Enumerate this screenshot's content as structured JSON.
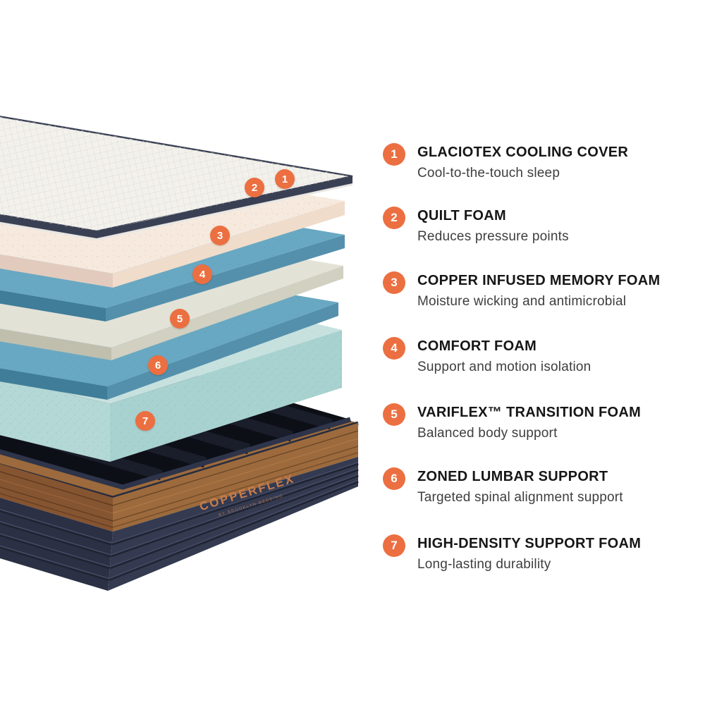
{
  "brand": {
    "logo_text": "COPPERFLEX",
    "logo_subtext": "BY BROOKLYN BEDDING"
  },
  "legend": {
    "items": [
      {
        "number": "1",
        "title": "GLACIOTEX COOLING COVER",
        "description": "Cool-to-the-touch sleep"
      },
      {
        "number": "2",
        "title": "QUILT FOAM",
        "description": "Reduces pressure points"
      },
      {
        "number": "3",
        "title": "COPPER INFUSED MEMORY FOAM",
        "description": "Moisture wicking and antimicrobial"
      },
      {
        "number": "4",
        "title": "COMFORT FOAM",
        "description": "Support and motion isolation"
      },
      {
        "number": "5",
        "title": "VARIFLEX™ TRANSITION FOAM",
        "description": "Balanced body support"
      },
      {
        "number": "6",
        "title": "ZONED LUMBAR SUPPORT",
        "description": "Targeted spinal alignment support"
      },
      {
        "number": "7",
        "title": "HIGH-DENSITY SUPPORT FOAM",
        "description": "Long-lasting durability"
      }
    ]
  },
  "palette": {
    "accent_orange": "#EC6F41",
    "cover_white": "#F3F1EC",
    "cover_binding_navy": "#3A4054",
    "memory_foam_cream": "#F6EADF",
    "foam_blue": "#69A8C2",
    "transition_gray": "#E3E2D7",
    "support_aqua": "#C7E1DF",
    "base_navy": "#343A50",
    "wood_brown": "#9C6A3C",
    "logo_copper": "#C87C4B"
  }
}
